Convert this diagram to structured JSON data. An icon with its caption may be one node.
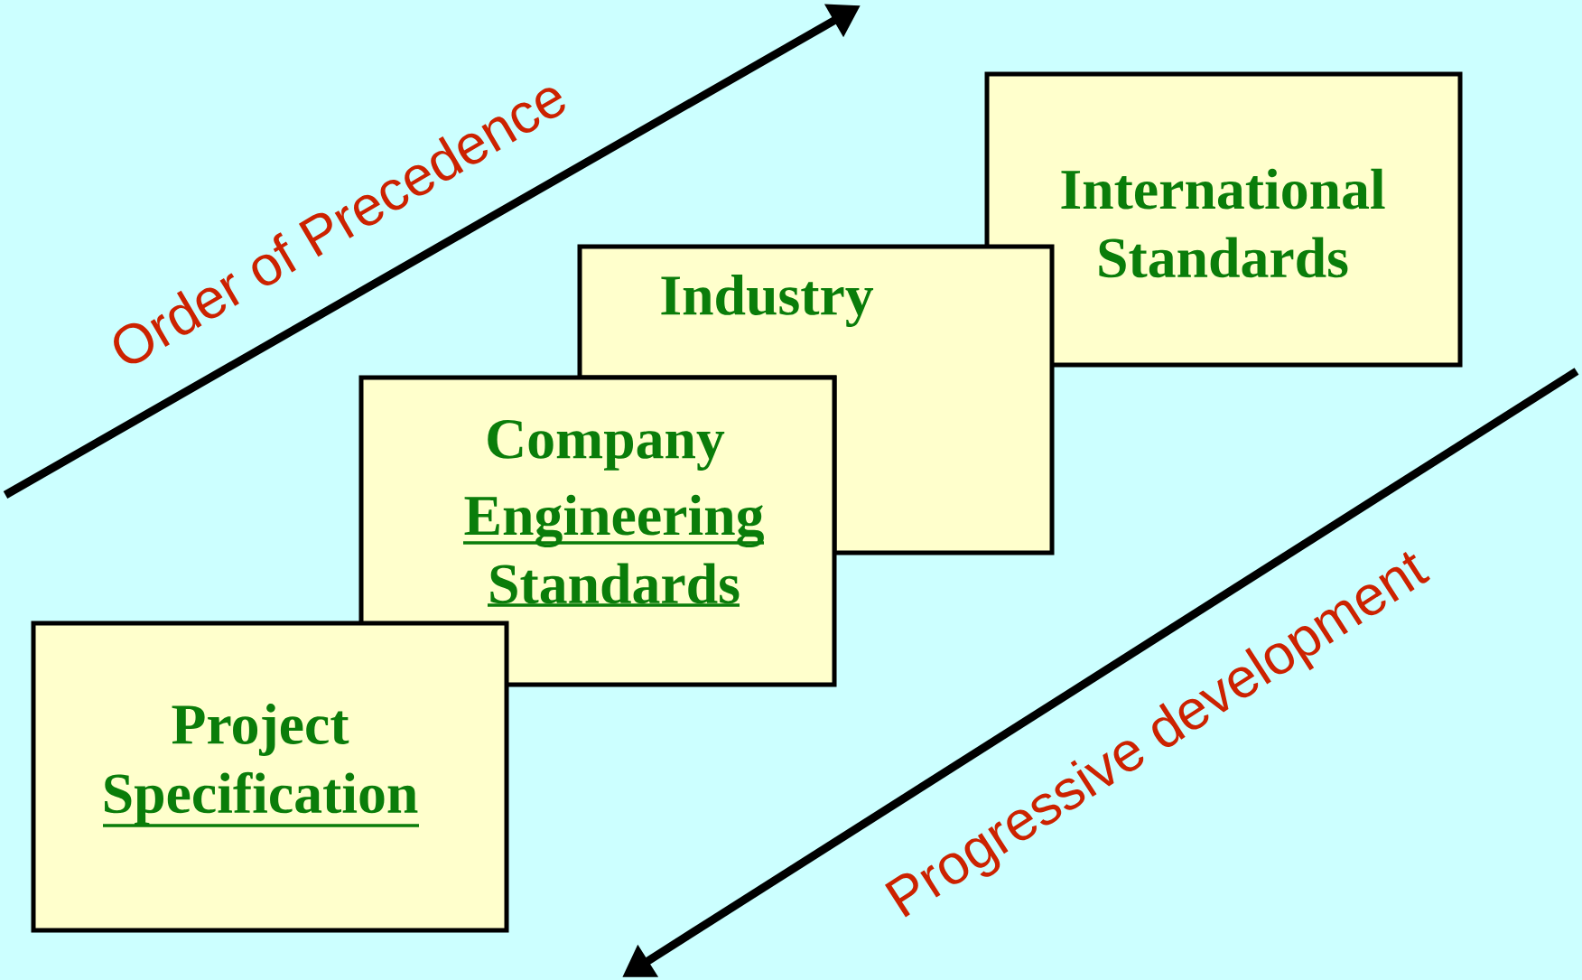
{
  "diagram": {
    "nodes": [
      {
        "text": [
          "International Standards"
        ]
      },
      {
        "text": [
          "Industry"
        ]
      },
      {
        "text": [
          "Company",
          "Engineering Standards"
        ]
      },
      {
        "text": [
          "Project",
          "Specification"
        ]
      }
    ],
    "labels": [
      "Order of Precedence",
      "Progressive development"
    ]
  }
}
